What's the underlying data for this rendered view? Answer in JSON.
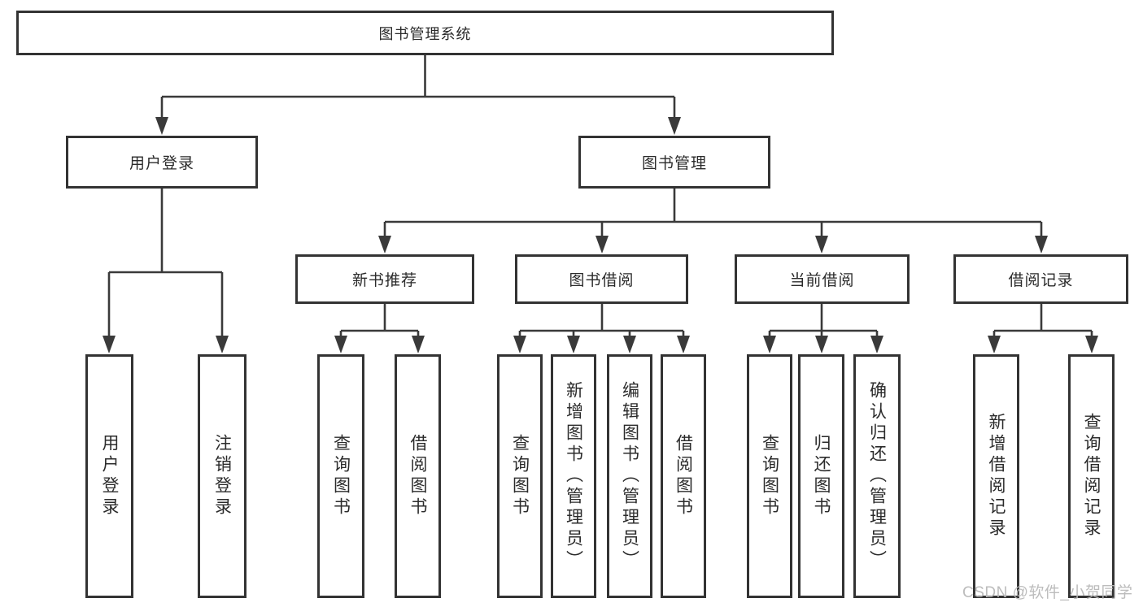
{
  "diagram": {
    "root": {
      "label": "图书管理系统"
    },
    "level2": [
      {
        "label": "用户登录"
      },
      {
        "label": "图书管理"
      }
    ],
    "level3": [
      {
        "label": "新书推荐",
        "parent": "图书管理"
      },
      {
        "label": "图书借阅",
        "parent": "图书管理"
      },
      {
        "label": "当前借阅",
        "parent": "图书管理"
      },
      {
        "label": "借阅记录",
        "parent": "图书管理"
      }
    ],
    "leaves": [
      {
        "label": "用户登录",
        "parent": "用户登录"
      },
      {
        "label": "注销登录",
        "parent": "用户登录"
      },
      {
        "label": "查询图书",
        "parent": "新书推荐"
      },
      {
        "label": "借阅图书",
        "parent": "新书推荐"
      },
      {
        "label": "查询图书",
        "parent": "图书借阅"
      },
      {
        "label": "新增图书（管理员）",
        "parent": "图书借阅"
      },
      {
        "label": "编辑图书（管理员）",
        "parent": "图书借阅"
      },
      {
        "label": "借阅图书",
        "parent": "图书借阅"
      },
      {
        "label": "查询图书",
        "parent": "当前借阅"
      },
      {
        "label": "归还图书",
        "parent": "当前借阅"
      },
      {
        "label": "确认归还（管理员）",
        "parent": "当前借阅"
      },
      {
        "label": "新增借阅记录",
        "parent": "借阅记录"
      },
      {
        "label": "查询借阅记录",
        "parent": "借阅记录"
      }
    ],
    "colors": {
      "line": "#3a3a3a",
      "box_border": "#333333",
      "box_fill": "#ffffff",
      "text": "#2b2b2b",
      "watermark": "#b8b8b8"
    }
  },
  "watermark": {
    "text": "CSDN @软件_小贺同学"
  }
}
